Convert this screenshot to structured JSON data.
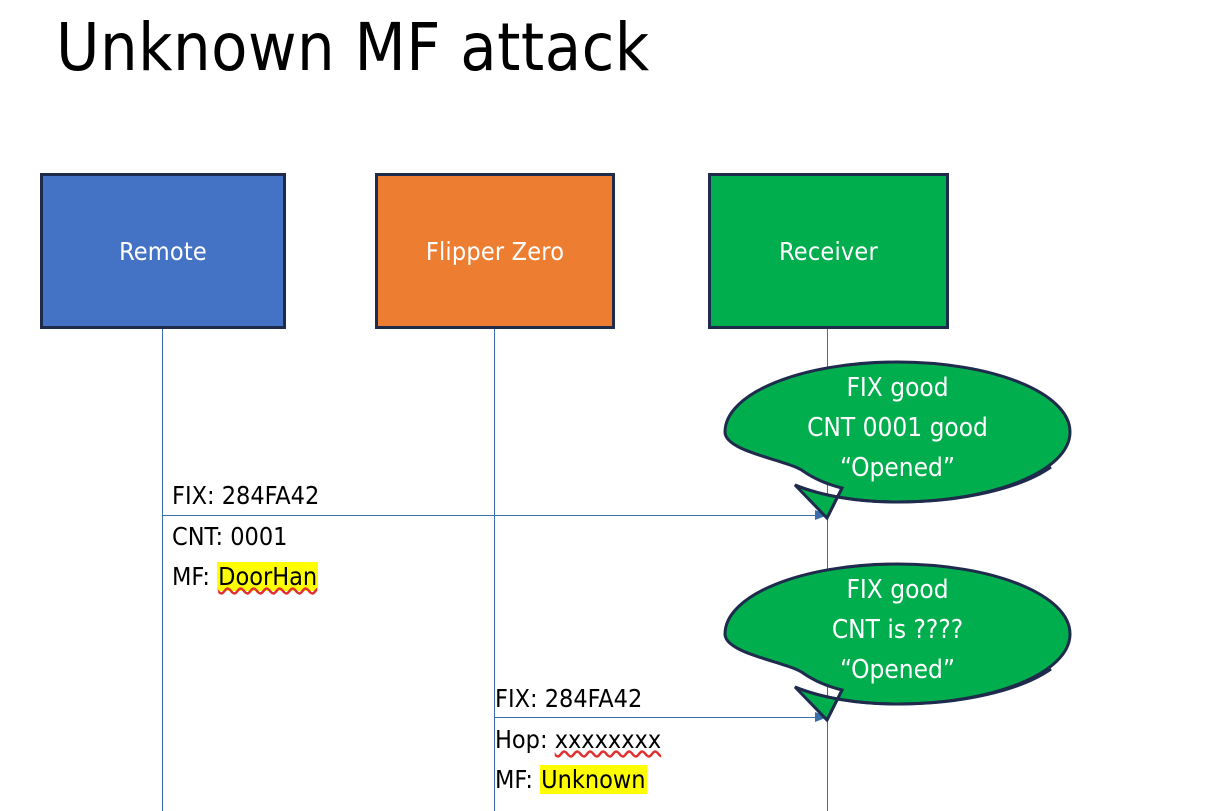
{
  "slide": {
    "title": "Unknown MF attack",
    "background": "#FFFFFF"
  },
  "colors": {
    "remote_fill": "#4472C4",
    "flipper_fill": "#ED7D31",
    "receiver_fill": "#00AE4D",
    "box_border": "#1F2B4D",
    "line": "#3A6EA8",
    "callout_fill": "#00AE4D",
    "callout_border": "#1F2B4D",
    "highlight": "#FFFF00",
    "spellcheck_underline": "#E03030",
    "text_dark": "#000000",
    "text_light": "#FFFFFF"
  },
  "actors": [
    {
      "id": "remote",
      "label": "Remote"
    },
    {
      "id": "flipper-zero",
      "label": "Flipper Zero"
    },
    {
      "id": "receiver",
      "label": "Receiver"
    }
  ],
  "messages": [
    {
      "id": "msg-1",
      "from": "remote",
      "to": "receiver",
      "lines": [
        {
          "prefix": "FIX: ",
          "value": "284FA42",
          "highlight": false,
          "spellcheck_error": false
        },
        {
          "prefix": "CNT: ",
          "value": "0001",
          "highlight": false,
          "spellcheck_error": false
        },
        {
          "prefix": "MF: ",
          "value": "DoorHan",
          "highlight": true,
          "spellcheck_error": true
        }
      ]
    },
    {
      "id": "msg-2",
      "from": "flipper-zero",
      "to": "receiver",
      "lines": [
        {
          "prefix": "FIX: ",
          "value": "284FA42",
          "highlight": false,
          "spellcheck_error": false
        },
        {
          "prefix": "Hop: ",
          "value": "xxxxxxxx",
          "highlight": false,
          "spellcheck_error": true
        },
        {
          "prefix": "MF: ",
          "value": "Unknown",
          "highlight": true,
          "spellcheck_error": false
        }
      ]
    }
  ],
  "callouts": [
    {
      "id": "callout-1",
      "anchor": "msg-1",
      "lines": [
        "FIX good",
        "CNT 0001 good",
        "“Opened”"
      ]
    },
    {
      "id": "callout-2",
      "anchor": "msg-2",
      "lines": [
        "FIX good",
        "CNT is ????",
        "“Opened”"
      ]
    }
  ],
  "msg1": {
    "l1_prefix": "FIX: ",
    "l1_value": "284FA42",
    "l2_prefix": "CNT: ",
    "l2_value": "0001",
    "l3_prefix": "MF: ",
    "l3_value": "DoorHan"
  },
  "msg2": {
    "l1_prefix": "FIX: ",
    "l1_value": "284FA42",
    "l2_prefix": "Hop: ",
    "l2_value": "xxxxxxxx",
    "l3_prefix": "MF: ",
    "l3_value": "Unknown"
  },
  "callout1": {
    "line1": "FIX good",
    "line2": "CNT 0001 good",
    "line3": "“Opened”"
  },
  "callout2": {
    "line1": "FIX good",
    "line2": "CNT is ????",
    "line3": "“Opened”"
  }
}
